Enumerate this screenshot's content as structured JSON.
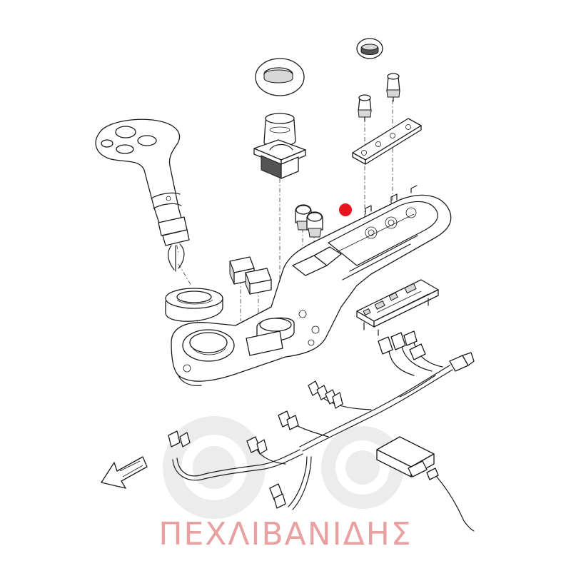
{
  "diagram": {
    "watermark": {
      "text": "ΠΕΧΛΙΒΑΝΙΔΗΣ",
      "color": "#e8a0a0",
      "gear_color": "#e6e6e6"
    },
    "highlight_marker": {
      "color": "#e8141e"
    },
    "line_color": "#1a1a1a",
    "parts": [
      "gear-lever-handle",
      "lever-boot-cap",
      "joystick",
      "joystick-cap",
      "indicator-cap",
      "mounting-plate",
      "knob-front",
      "knob-rear",
      "push-buttons",
      "rocker-switches",
      "lever-grommet",
      "console-housing",
      "circuit-board",
      "wiring-harness",
      "control-module",
      "front-direction-arrow"
    ]
  }
}
